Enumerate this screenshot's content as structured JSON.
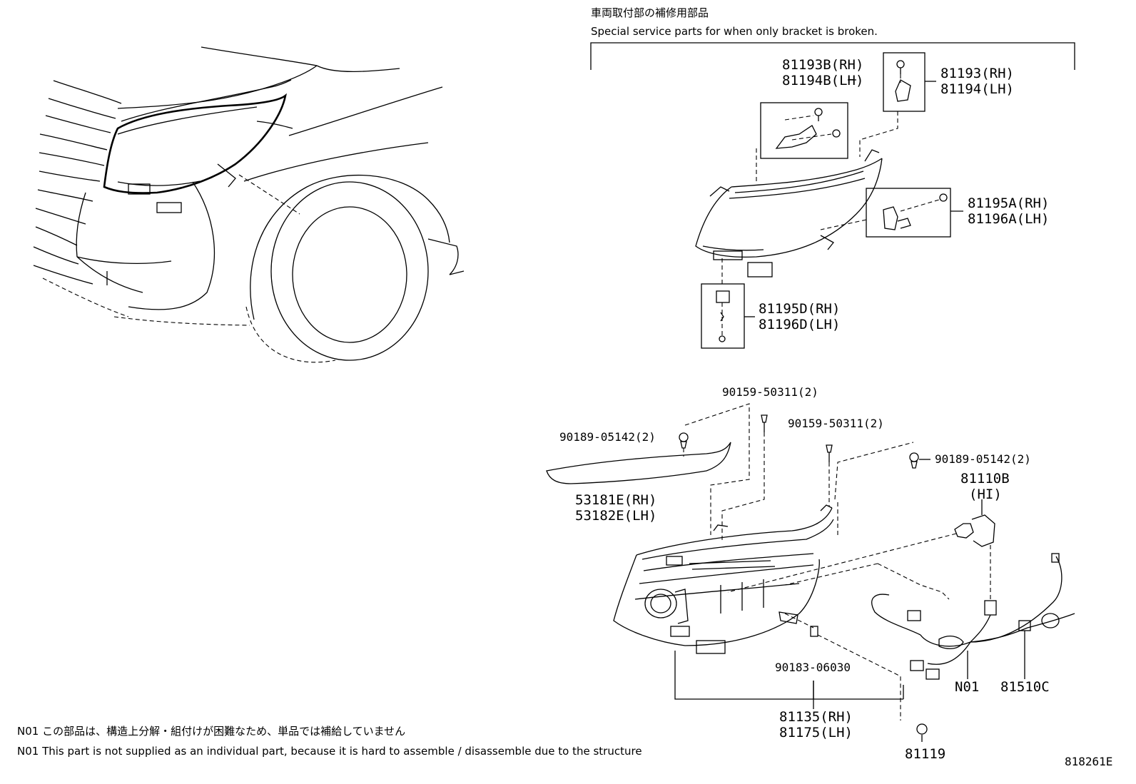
{
  "header": {
    "title_jp": "車両取付部の補修用部品",
    "title_en": "Special service parts for when only bracket is broken."
  },
  "parts": {
    "p81193B": "81193B(RH)",
    "p81194B": "81194B(LH)",
    "p81193": "81193(RH)",
    "p81194": "81194(LH)",
    "p81195A": "81195A(RH)",
    "p81196A": "81196A(LH)",
    "p81195D": "81195D(RH)",
    "p81196D": "81196D(LH)",
    "p90159_a": "90159-50311(2)",
    "p90159_b": "90159-50311(2)",
    "p90189_a": "90189-05142(2)",
    "p90189_b": "90189-05142(2)",
    "p81110B": "81110B",
    "p81110B_hi": "(HI)",
    "p53181E": "53181E(RH)",
    "p53182E": "53182E(LH)",
    "p90183": "90183-06030",
    "pN01": "N01",
    "p81510C": "81510C",
    "p81135": "81135(RH)",
    "p81175": "81175(LH)",
    "p81119": "81119"
  },
  "notes": {
    "jp": "N01 この部品は、構造上分解・組付けが困難なため、単品では補給していません",
    "en": "N01 This part is not supplied as an individual part, because it is hard to assemble / disassemble due to the structure"
  },
  "figure_id": "818261E"
}
